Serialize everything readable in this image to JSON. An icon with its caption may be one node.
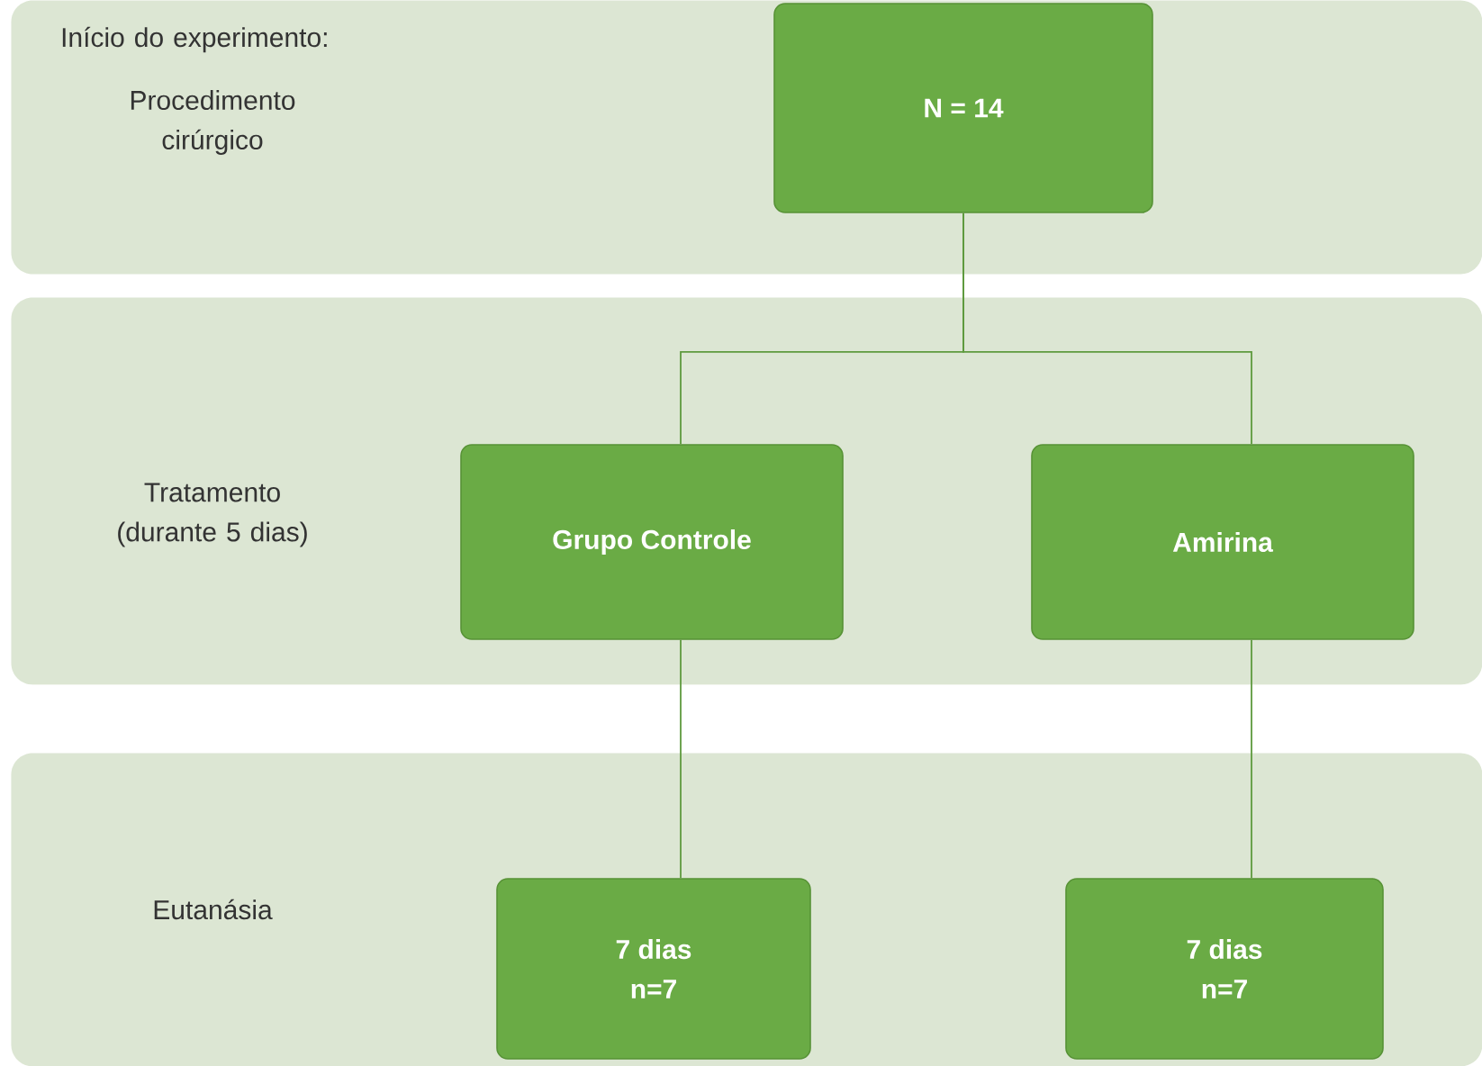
{
  "diagram": {
    "nodes": [
      {
        "text": [
          "Início do experimento:",
          "Procedimento cirúrgico"
        ]
      },
      {
        "text": [
          "N = 14"
        ],
        "in": 0
      },
      {
        "text": [
          "Tratamento (durante 5 dias)"
        ]
      },
      {
        "text": [
          "Grupo Controle"
        ],
        "in": 2
      },
      {
        "text": [
          "Amirina"
        ],
        "in": 2
      },
      {
        "text": [
          "Eutanásia"
        ]
      },
      {
        "text": [
          "7 dias",
          "n=7"
        ],
        "in": 5
      },
      {
        "text": [
          "7 dias",
          "n=7"
        ],
        "in": 5
      }
    ],
    "edges": [
      {
        "from": 1,
        "to": 3,
        "arrow": "none"
      },
      {
        "from": 1,
        "to": 4,
        "arrow": "none"
      },
      {
        "from": 3,
        "to": 6,
        "arrow": "none"
      },
      {
        "from": 4,
        "to": 7,
        "arrow": "none"
      }
    ]
  }
}
